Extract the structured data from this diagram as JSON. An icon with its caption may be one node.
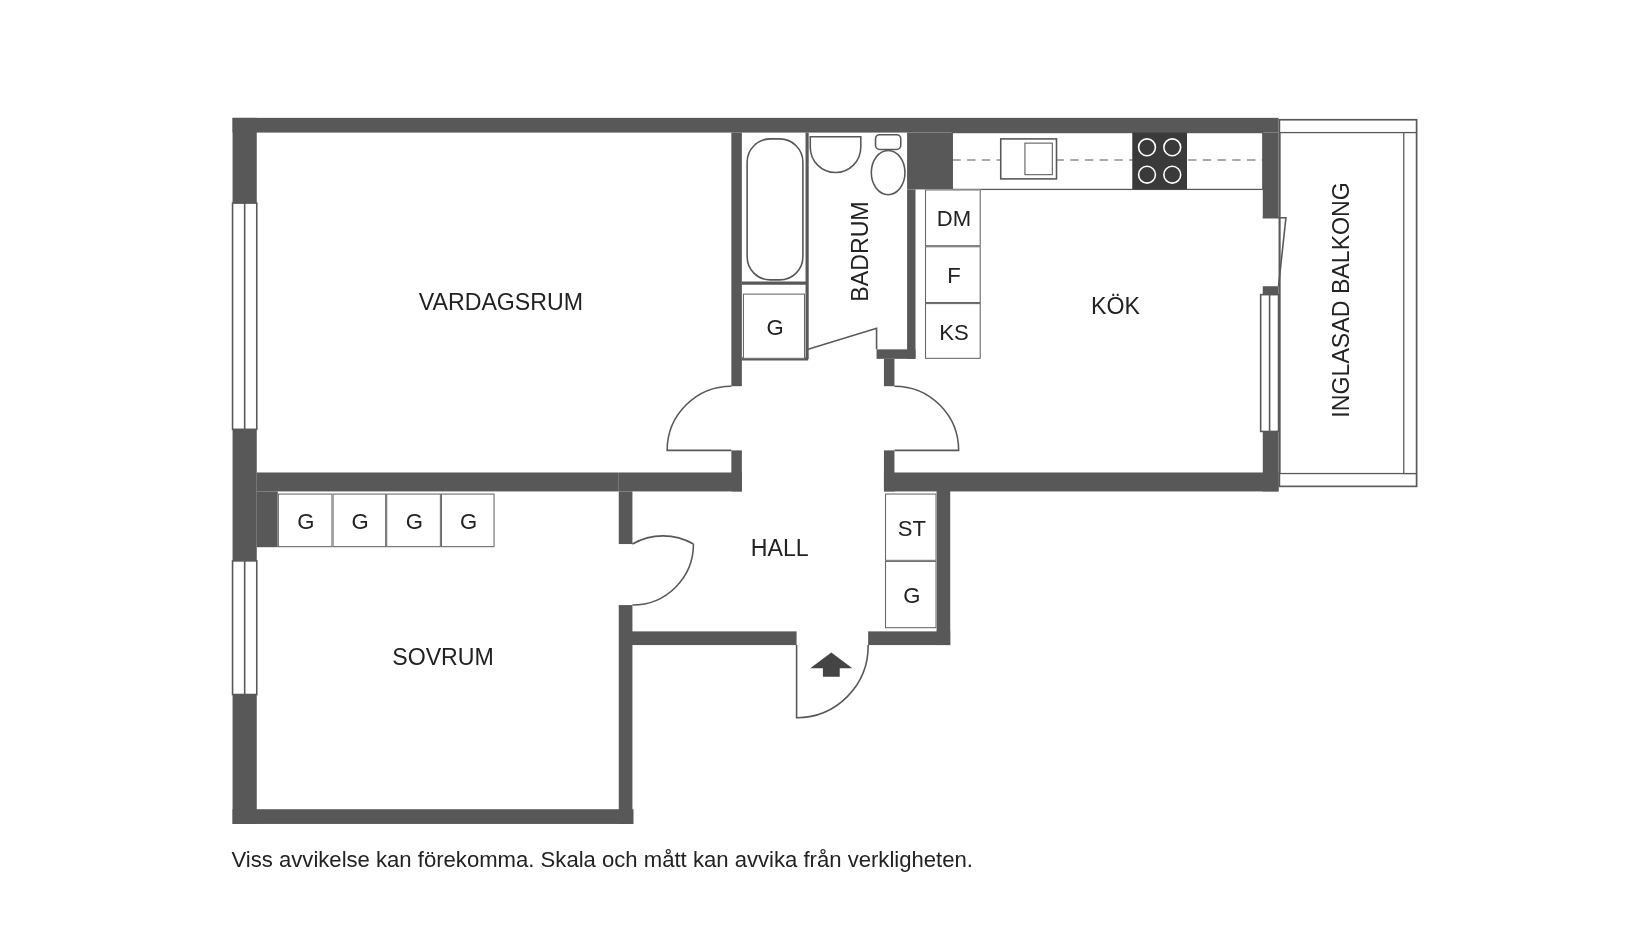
{
  "diagram": {
    "caption": "Viss avvikelse kan förekomma. Skala och mått kan avvika från verkligheten.",
    "nodes": [
      {
        "text": [
          "VARDAGSRUM"
        ]
      },
      {
        "text": [
          "BADRUM"
        ]
      },
      {
        "text": [
          "G"
        ]
      },
      {
        "text": [
          "KÖK"
        ]
      },
      {
        "text": [
          "DM"
        ],
        "in": 3
      },
      {
        "text": [
          "F"
        ],
        "in": 3
      },
      {
        "text": [
          "KS"
        ],
        "in": 3
      },
      {
        "text": [
          "INGLASAD BALKONG"
        ]
      },
      {
        "text": [
          "HALL"
        ]
      },
      {
        "text": [
          "ST"
        ],
        "in": 8
      },
      {
        "text": [
          "G"
        ],
        "in": 8
      },
      {
        "text": [
          "SOVRUM"
        ]
      },
      {
        "text": [
          "G"
        ],
        "in": 11
      },
      {
        "text": [
          "G"
        ],
        "in": 11
      },
      {
        "text": [
          "G"
        ],
        "in": 11
      },
      {
        "text": [
          "G"
        ],
        "in": 11
      }
    ],
    "edges": []
  }
}
